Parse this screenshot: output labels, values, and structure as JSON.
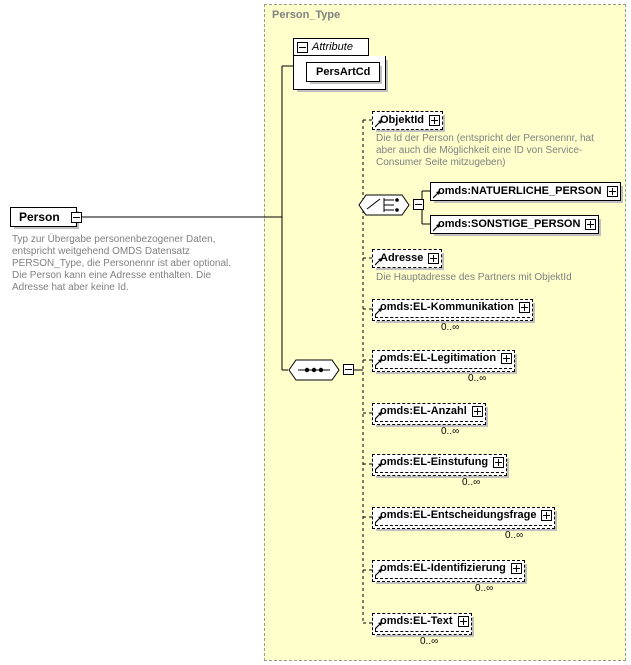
{
  "root": {
    "name": "Person",
    "expander": "minus-icon",
    "documentation": "Typ zur Übergabe personenbezogener Daten, entspricht weitgehend OMDS Datensatz PERSON_Type, die Personennr ist aber optional. Die Person kann eine Adresse enthalten. Die Adresse hat aber keine Id."
  },
  "type_panel": {
    "title": "Person_Type",
    "background_color": "#ffffcc",
    "border_color": "#999999"
  },
  "attribute_group": {
    "title": "Attribute",
    "expander": "minus-icon",
    "attributes": [
      {
        "name": "PersArtCd"
      }
    ]
  },
  "compositors": {
    "choice": {
      "kind": "choice-icon",
      "expander": "minus-icon"
    },
    "sequence": {
      "kind": "sequence-icon",
      "expander": "minus-icon"
    }
  },
  "nodes": {
    "objektid": {
      "label": "ObjektId",
      "expander": "plus-icon",
      "documentation": "Die Id der Person (entspricht der Personennr, hat aber auch die Möglichkeit eine ID von Service-Consumer Seite mitzugeben)"
    },
    "natuerliche_person": {
      "label": "omds:NATUERLICHE_PERSON",
      "expander": "plus-icon"
    },
    "sonstige_person": {
      "label": "omds:SONSTIGE_PERSON",
      "expander": "plus-icon"
    },
    "adresse": {
      "label": "Adresse",
      "expander": "plus-icon",
      "documentation": "Die Hauptadresse des Partners mit ObjektId"
    },
    "el_kommunikation": {
      "label": "omds:EL-Kommunikation",
      "expander": "plus-icon",
      "cardinality": "0..∞"
    },
    "el_legitimation": {
      "label": "omds:EL-Legitimation",
      "expander": "plus-icon",
      "cardinality": "0..∞"
    },
    "el_anzahl": {
      "label": "omds:EL-Anzahl",
      "expander": "plus-icon",
      "cardinality": "0..∞"
    },
    "el_einstufung": {
      "label": "omds:EL-Einstufung",
      "expander": "plus-icon",
      "cardinality": "0..∞"
    },
    "el_entscheidungsfrage": {
      "label": "omds:EL-Entscheidungsfrage",
      "expander": "plus-icon",
      "cardinality": "0..∞"
    },
    "el_identifizierung": {
      "label": "omds:EL-Identifizierung",
      "expander": "plus-icon",
      "cardinality": "0..∞"
    },
    "el_text": {
      "label": "omds:EL-Text",
      "expander": "plus-icon",
      "cardinality": "0..∞"
    }
  }
}
